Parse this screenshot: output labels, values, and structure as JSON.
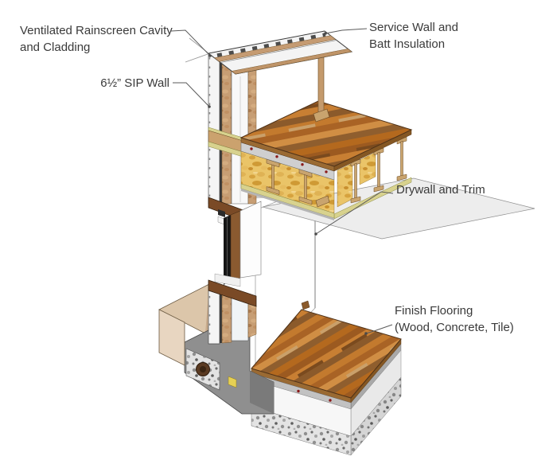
{
  "title": "SIP wall assembly cutaway diagram",
  "labels": {
    "rainscreen": {
      "lines": [
        "Ventilated Rainscreen Cavity",
        "and Cladding"
      ]
    },
    "sip_wall": {
      "lines": [
        "6½” SIP Wall"
      ]
    },
    "service_wall": {
      "lines": [
        "Service Wall and",
        "Batt Insulation"
      ]
    },
    "drywall": {
      "lines": [
        "Drywall and Trim"
      ]
    },
    "flooring": {
      "lines": [
        "Finish Flooring",
        "(Wood, Concrete, Tile)"
      ]
    }
  },
  "colors": {
    "ink": "#3a3a3a",
    "leader": "#5a5a5a",
    "tan": "#c59b72",
    "insulation": "#eac468",
    "olive": "#d8d28e",
    "concrete": "#8f8f8f",
    "earthtop": "#dcc6aa",
    "earthfront": "#e8d6c1",
    "glass": "#161616",
    "fastener": "#8b1a1a",
    "wooddark": "#8a5a26",
    "sipwhite": "#f8f8f8"
  }
}
